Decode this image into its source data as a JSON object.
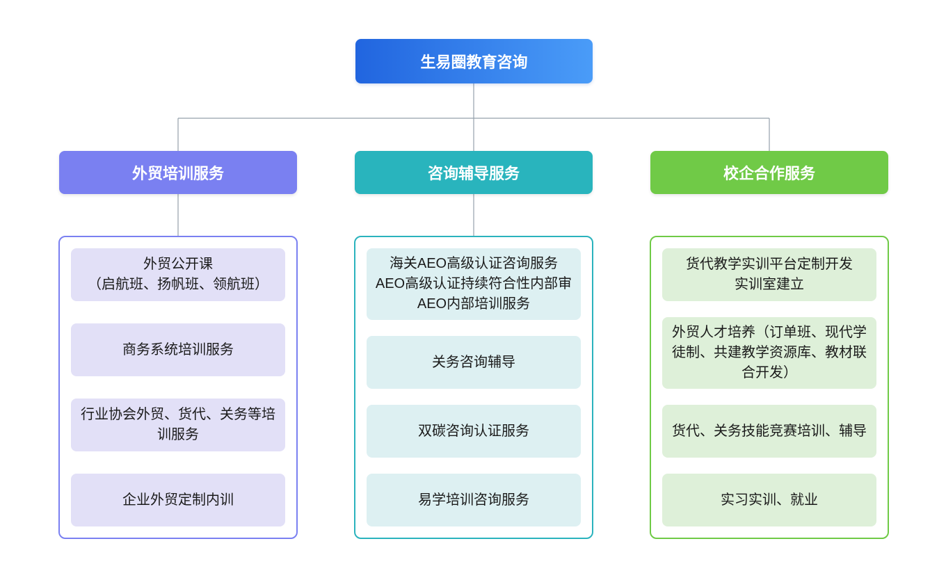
{
  "root": {
    "label": "生易圈教育咨询",
    "gradient_from": "#2165df",
    "gradient_to": "#4a9cf8"
  },
  "connector_color": "#94a0ab",
  "branches": [
    {
      "label": "外贸培训服务",
      "header_color": "#7a80f1",
      "item_bg": "#e2e0f7",
      "items": [
        "外贸公开课\n（启航班、扬帆班、领航班）",
        "商务系统培训服务",
        "行业协会外贸、货代、关务等培训服务",
        "企业外贸定制内训"
      ]
    },
    {
      "label": "咨询辅导服务",
      "header_color": "#29b4bd",
      "item_bg": "#ddf0f2",
      "items": [
        "海关AEO高级认证咨询服务\nAEO高级认证持续符合性内部审\nAEO内部培训服务",
        "关务咨询辅导",
        "双碳咨询认证服务",
        "易学培训咨询服务"
      ]
    },
    {
      "label": "校企合作服务",
      "header_color": "#70ca47",
      "item_bg": "#def0d9",
      "items": [
        "货代教学实训平台定制开发\n实训室建立",
        "外贸人才培养（订单班、现代学徒制、共建教学资源库、教材联合开发）",
        "货代、关务技能竞赛培训、辅导",
        "实习实训、就业"
      ]
    }
  ]
}
